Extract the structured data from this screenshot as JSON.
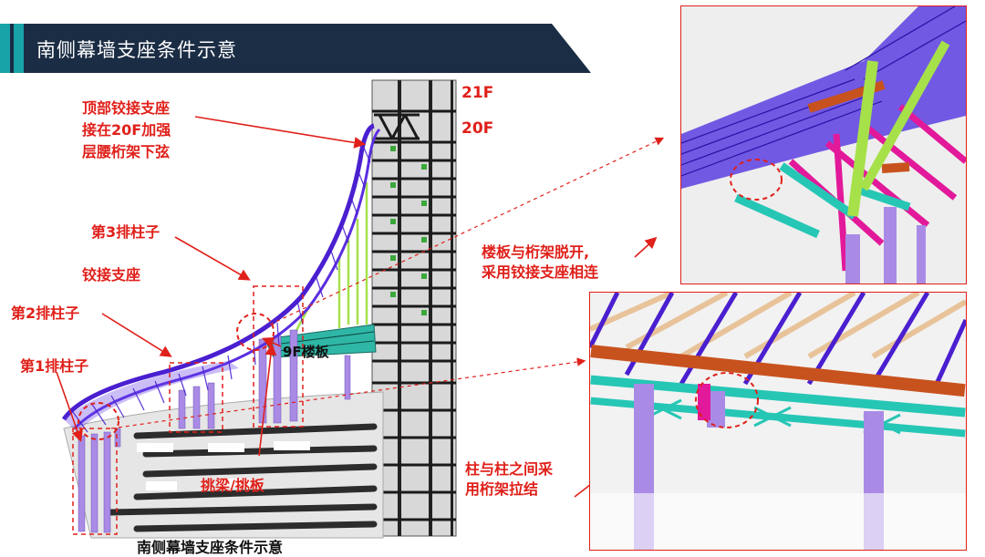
{
  "header": {
    "title": "南侧幕墙支座条件示意"
  },
  "annotations": {
    "top_hinge": [
      "顶部铰接支座",
      "接在20F加强",
      "层腰桁架下弦"
    ],
    "floor_21": "21F",
    "floor_20": "20F",
    "row3": "第3排柱子",
    "hinge_support": "铰接支座",
    "row2": "第2排柱子",
    "row1": "第1排柱子",
    "slab_9f": "9F楼板",
    "cantilever": "挑梁/挑板",
    "caption": "南侧幕墙支座条件示意",
    "slab_note": [
      "楼板与桁架脱开,",
      "采用铰接支座相连"
    ],
    "column_note": [
      "柱与柱之间采",
      "用桁架拉结"
    ]
  },
  "colors": {
    "header_bg": "#1b2d44",
    "header_accent": "#17a3a8",
    "annotation_red": "#e0201a",
    "structure_purple": "#4a1fd0",
    "column_lavender": "#a98be6",
    "member_magenta": "#e2199a",
    "member_cyan": "#26c6b5",
    "member_lime": "#a6e14a",
    "member_orange": "#c8521e"
  }
}
